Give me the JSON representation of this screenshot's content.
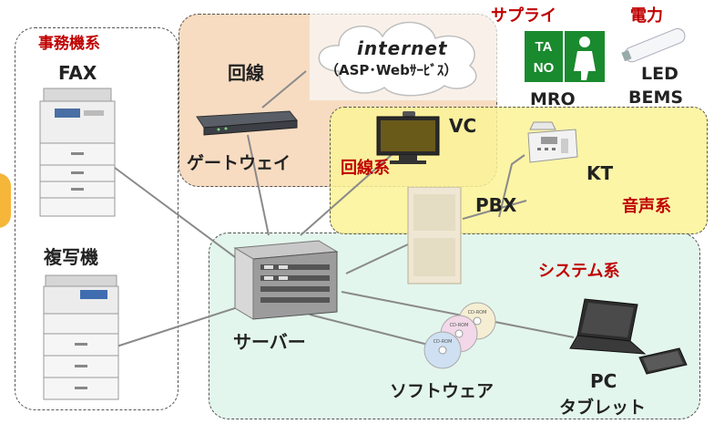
{
  "groups": {
    "office": "事務機系",
    "line": "回線系",
    "voice": "音声系",
    "system": "システム系"
  },
  "nodes": {
    "fax": "FAX",
    "copier": "複写機",
    "line": "回線",
    "gateway": "ゲートウェイ",
    "internet_title": "internet",
    "internet_sub": "（ASP･Webｻｰﾋﾞｽ）",
    "supply": "サプライ",
    "mro": "MRO",
    "power": "電力",
    "led": "LED",
    "bems": "BEMS",
    "vc": "VC",
    "kt": "KT",
    "pbx": "PBX",
    "server": "サーバー",
    "software": "ソフトウェア",
    "pc": "PC",
    "tablet": "タブレット",
    "tano_logo": "TANO",
    "cd_label": "CD-ROM"
  },
  "colors": {
    "group_title": "#c00000",
    "line_fill": "#f7dcc2",
    "voice_fill": "#fbf4a6",
    "system_fill": "#e6f5ee",
    "tano_green": "#1a8a2e"
  }
}
